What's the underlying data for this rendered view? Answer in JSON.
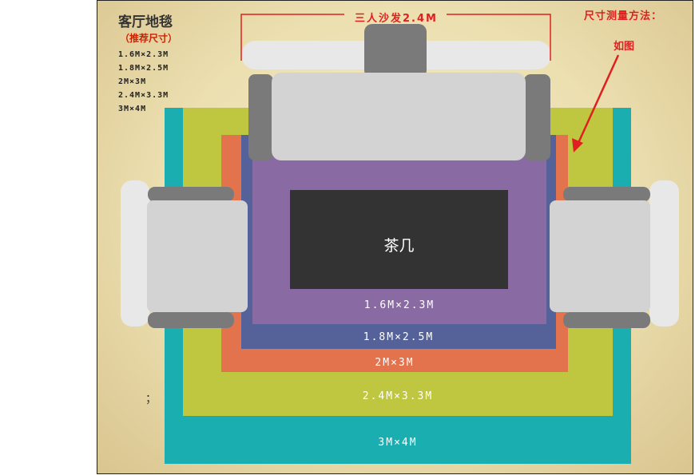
{
  "title": "客厅地毯",
  "subtitle": "（推荐尺寸）",
  "recommended_sizes": [
    "1.6M×2.3M",
    "1.8M×2.5M",
    "2M×3M",
    "2.4M×3.3M",
    "3M×4M"
  ],
  "sofa_length_label": "三人沙发2.4M",
  "measure_title": "尺寸测量方法：",
  "measure_note": "如图",
  "coffee_table_label": "茶几",
  "rugs": [
    {
      "size_label": "3M×4M",
      "color": "#1aaeb0"
    },
    {
      "size_label": "2.4M×3.3M",
      "color": "#bfc63f"
    },
    {
      "size_label": "2M×3M",
      "color": "#e2734c"
    },
    {
      "size_label": "1.8M×2.5M",
      "color": "#55629a"
    },
    {
      "size_label": "1.6M×2.3M",
      "color": "#896aa2"
    }
  ],
  "colors": {
    "coffee_table": "#333333",
    "accent_red": "#e02020",
    "sofa_light": "#d3d3d3",
    "sofa_dark": "#7a7a7a"
  },
  "stray_mark": "；"
}
